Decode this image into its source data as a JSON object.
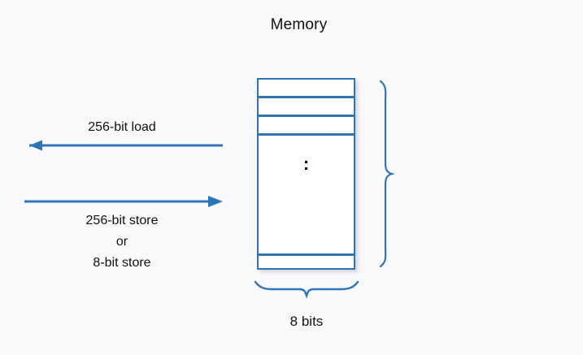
{
  "diagram": {
    "title": "Memory",
    "accent_color": "#2e75b6",
    "background_color": "#f9f9fc",
    "text_color": "#111111"
  },
  "memory_block": {
    "cell_count_visible": 5,
    "ellipsis": ":",
    "width_label": "8 bits",
    "cells": [
      {
        "label": ""
      },
      {
        "label": ""
      },
      {
        "label": ""
      },
      {
        "label": ""
      },
      {
        "label": ""
      }
    ]
  },
  "operations": {
    "load": {
      "label": "256-bit load",
      "direction": "left"
    },
    "store": {
      "line1": "256-bit store",
      "line2": "or",
      "line3": "8-bit store",
      "direction": "right"
    }
  }
}
